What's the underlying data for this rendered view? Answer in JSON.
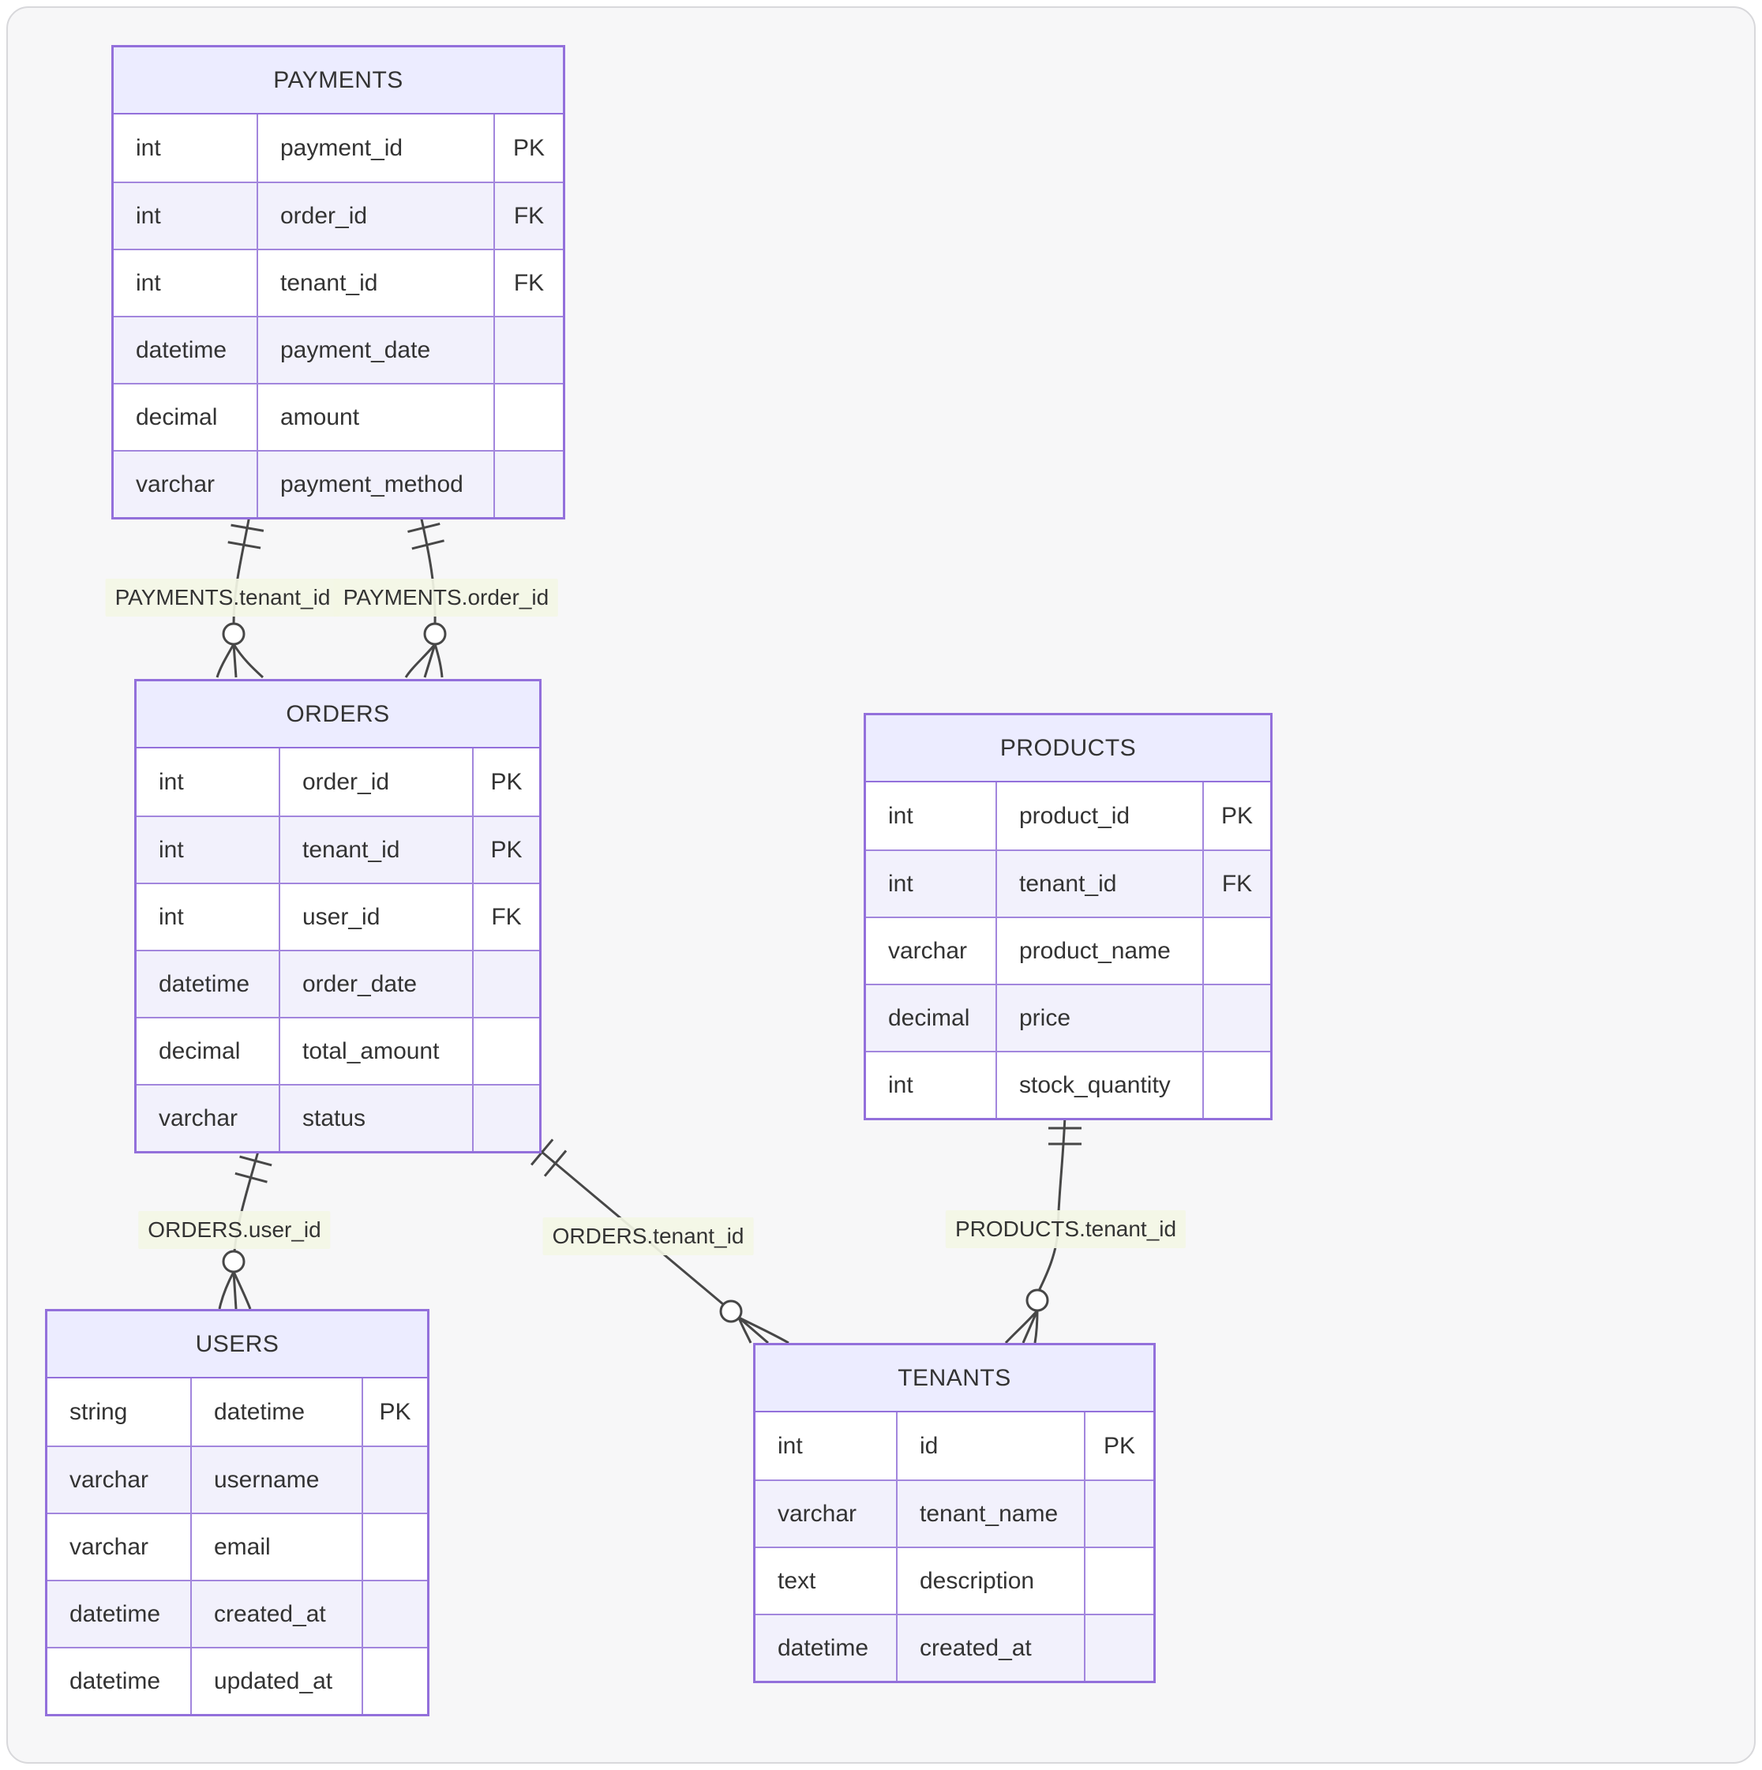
{
  "diagram": {
    "type": "er-diagram",
    "entities": [
      {
        "id": "payments",
        "title": "PAYMENTS",
        "attributes": [
          {
            "type": "int",
            "name": "payment_id",
            "key": "PK"
          },
          {
            "type": "int",
            "name": "order_id",
            "key": "FK"
          },
          {
            "type": "int",
            "name": "tenant_id",
            "key": "FK"
          },
          {
            "type": "datetime",
            "name": "payment_date",
            "key": ""
          },
          {
            "type": "decimal",
            "name": "amount",
            "key": ""
          },
          {
            "type": "varchar",
            "name": "payment_method",
            "key": ""
          }
        ]
      },
      {
        "id": "orders",
        "title": "ORDERS",
        "attributes": [
          {
            "type": "int",
            "name": "order_id",
            "key": "PK"
          },
          {
            "type": "int",
            "name": "tenant_id",
            "key": "PK"
          },
          {
            "type": "int",
            "name": "user_id",
            "key": "FK"
          },
          {
            "type": "datetime",
            "name": "order_date",
            "key": ""
          },
          {
            "type": "decimal",
            "name": "total_amount",
            "key": ""
          },
          {
            "type": "varchar",
            "name": "status",
            "key": ""
          }
        ]
      },
      {
        "id": "products",
        "title": "PRODUCTS",
        "attributes": [
          {
            "type": "int",
            "name": "product_id",
            "key": "PK"
          },
          {
            "type": "int",
            "name": "tenant_id",
            "key": "FK"
          },
          {
            "type": "varchar",
            "name": "product_name",
            "key": ""
          },
          {
            "type": "decimal",
            "name": "price",
            "key": ""
          },
          {
            "type": "int",
            "name": "stock_quantity",
            "key": ""
          }
        ]
      },
      {
        "id": "users",
        "title": "USERS",
        "attributes": [
          {
            "type": "string",
            "name": "datetime",
            "key": "PK"
          },
          {
            "type": "varchar",
            "name": "username",
            "key": ""
          },
          {
            "type": "varchar",
            "name": "email",
            "key": ""
          },
          {
            "type": "datetime",
            "name": "created_at",
            "key": ""
          },
          {
            "type": "datetime",
            "name": "updated_at",
            "key": ""
          }
        ]
      },
      {
        "id": "tenants",
        "title": "TENANTS",
        "attributes": [
          {
            "type": "int",
            "name": "id",
            "key": "PK"
          },
          {
            "type": "varchar",
            "name": "tenant_name",
            "key": ""
          },
          {
            "type": "text",
            "name": "description",
            "key": ""
          },
          {
            "type": "datetime",
            "name": "created_at",
            "key": ""
          }
        ]
      }
    ],
    "relationships": [
      {
        "label": "PAYMENTS.tenant_id",
        "from": "PAYMENTS",
        "to": "ORDERS",
        "from_marker": "exactly-one",
        "to_marker": "zero-or-many"
      },
      {
        "label": "PAYMENTS.order_id",
        "from": "PAYMENTS",
        "to": "ORDERS",
        "from_marker": "exactly-one",
        "to_marker": "zero-or-many"
      },
      {
        "label": "ORDERS.user_id",
        "from": "ORDERS",
        "to": "USERS",
        "from_marker": "exactly-one",
        "to_marker": "zero-or-many"
      },
      {
        "label": "ORDERS.tenant_id",
        "from": "ORDERS",
        "to": "TENANTS",
        "from_marker": "exactly-one",
        "to_marker": "zero-or-many"
      },
      {
        "label": "PRODUCTS.tenant_id",
        "from": "PRODUCTS",
        "to": "TENANTS",
        "from_marker": "exactly-one",
        "to_marker": "zero-or-many"
      }
    ],
    "colors": {
      "entity_border": "#9370DB",
      "entity_header_fill": "#ECECFF",
      "row_fill": "#FFFFFF",
      "row_alt_fill": "#F2F1FC",
      "text": "#333333",
      "relationship_line": "#474747",
      "label_background": "#F3F6E5",
      "canvas_background": "#F7F7F8"
    }
  }
}
